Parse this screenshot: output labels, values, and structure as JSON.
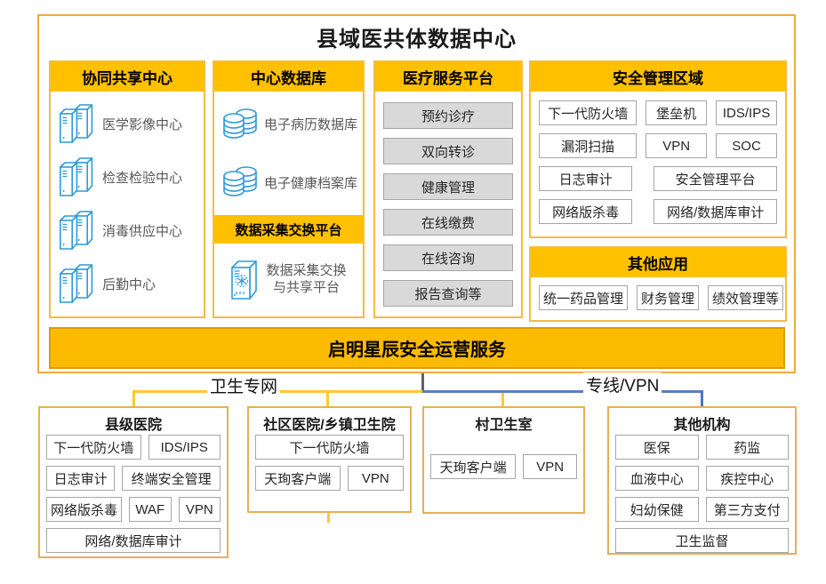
{
  "title": "县域医共体数据中心",
  "collab": {
    "header": "协同共享中心",
    "items": [
      "医学影像中心",
      "检查检验中心",
      "消毒供应中心",
      "后勤中心"
    ]
  },
  "central_db": {
    "header": "中心数据库",
    "items": [
      "电子病历数据库",
      "电子健康档案库"
    ],
    "sub_header": "数据采集交换平台",
    "sub_item_line1": "数据采集交换",
    "sub_item_line2": "与共享平台"
  },
  "medical": {
    "header": "医疗服务平台",
    "items": [
      "预约诊疗",
      "双向转诊",
      "健康管理",
      "在线缴费",
      "在线咨询",
      "报告查询等"
    ]
  },
  "security": {
    "header": "安全管理区域",
    "rows": [
      [
        "下一代防火墙",
        "堡垒机",
        "IDS/IPS"
      ],
      [
        "漏洞扫描",
        "VPN",
        "SOC"
      ],
      [
        "日志审计",
        "安全管理平台"
      ],
      [
        "网络版杀毒",
        "网络/数据库审计"
      ]
    ]
  },
  "other_apps": {
    "header": "其他应用",
    "items": [
      "统一药品管理",
      "财务管理",
      "绩效管理等"
    ]
  },
  "ops_bar": {
    "label": "启明星辰安全运营服务"
  },
  "links": {
    "left_label": "卫生专网",
    "right_label": "专线/VPN"
  },
  "bottom": {
    "county_hospital": {
      "title": "县级医院",
      "rows": [
        [
          "下一代防火墙",
          "IDS/IPS"
        ],
        [
          "日志审计",
          "终端安全管理"
        ],
        [
          "网络版杀毒",
          "WAF",
          "VPN"
        ],
        [
          "网络/数据库审计"
        ]
      ]
    },
    "community_hospital": {
      "title": "社区医院/乡镇卫生院",
      "rows": [
        [
          "下一代防火墙"
        ],
        [
          "天珣客户端",
          "VPN"
        ]
      ]
    },
    "village_clinic": {
      "title": "村卫生室",
      "rows": [
        [
          "天珣客户端",
          "VPN"
        ]
      ]
    },
    "other_orgs": {
      "title": "其他机构",
      "rows": [
        [
          "医保",
          "药监"
        ],
        [
          "血液中心",
          "疾控中心"
        ],
        [
          "妇幼保健",
          "第三方支付"
        ],
        [
          "卫生监督"
        ]
      ]
    }
  },
  "icons": {
    "collab_items": "server-cluster-icon",
    "db_items": "database-icon",
    "exchange_item": "exchange-server-icon"
  },
  "colors": {
    "accent_gold": "#FFC000",
    "frame_orange": "#EFA940",
    "line_yellow": "#FFC933",
    "line_blue": "#5C7FB8",
    "line_gray": "#5A6570",
    "icon_blue": "#2E9BD6",
    "chip_gray": "#D9D9D9"
  }
}
